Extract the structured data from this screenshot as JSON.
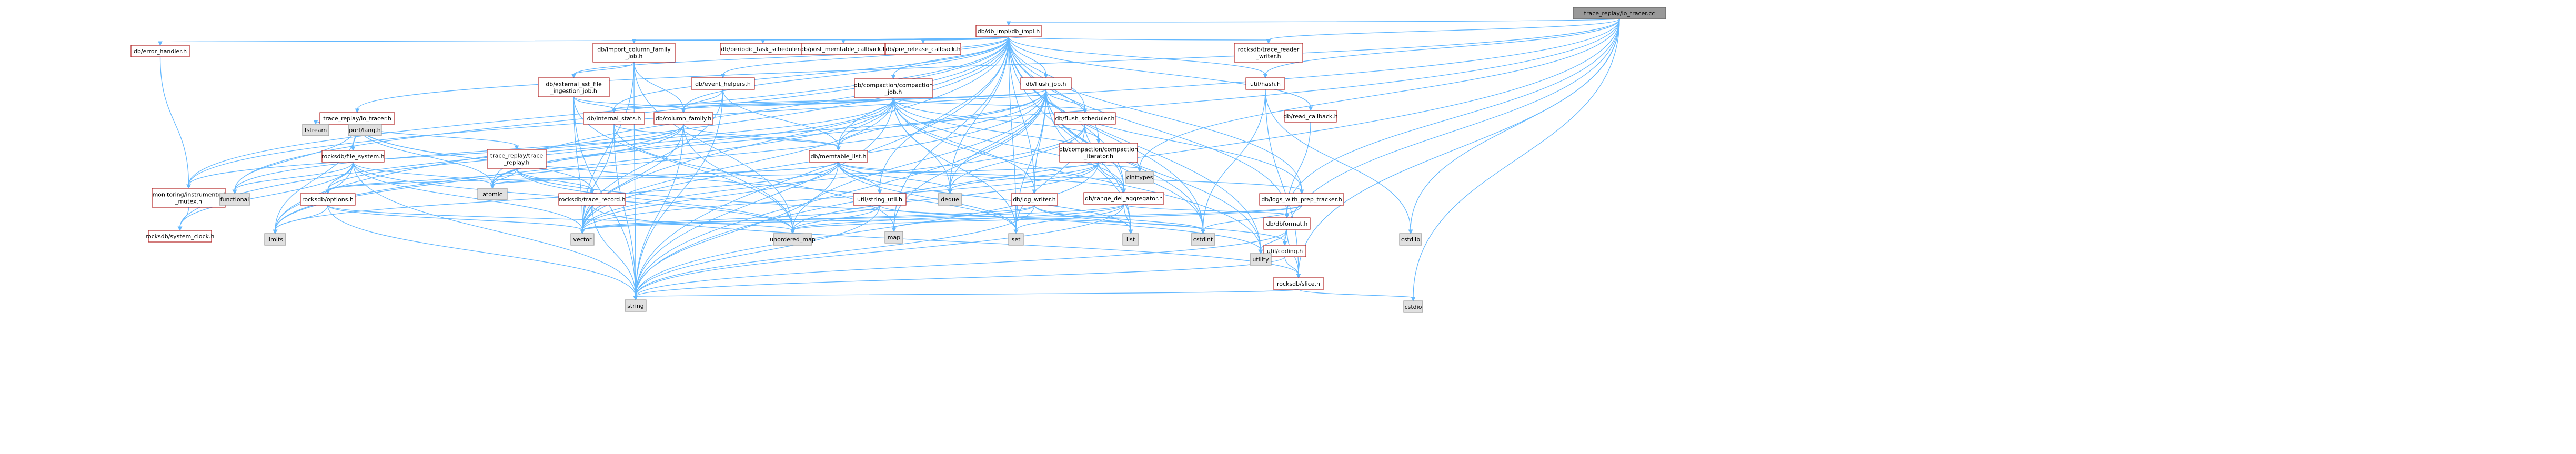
{
  "graph": {
    "nodes": [
      {
        "id": "root",
        "label": "trace_replay/io_tracer.cc",
        "kind": "root"
      },
      {
        "id": "dbimpl",
        "label": "db/db_impl/db_impl.h",
        "kind": "red"
      },
      {
        "id": "import",
        "label": "db/import_column_family\n_job.h",
        "kind": "red"
      },
      {
        "id": "periodic",
        "label": "db/periodic_task_scheduler.h",
        "kind": "red"
      },
      {
        "id": "postmem",
        "label": "db/post_memtable_callback.h",
        "kind": "red"
      },
      {
        "id": "prerelease",
        "label": "db/pre_release_callback.h",
        "kind": "red"
      },
      {
        "id": "tracereader",
        "label": "rocksdb/trace_reader\n_writer.h",
        "kind": "red"
      },
      {
        "id": "errhandler",
        "label": "db/error_handler.h",
        "kind": "red"
      },
      {
        "id": "extsst",
        "label": "db/external_sst_file\n_ingestion_job.h",
        "kind": "red"
      },
      {
        "id": "eventhelpers",
        "label": "db/event_helpers.h",
        "kind": "red"
      },
      {
        "id": "compaction",
        "label": "db/compaction/compaction\n_job.h",
        "kind": "red"
      },
      {
        "id": "flushjob",
        "label": "db/flush_job.h",
        "kind": "red"
      },
      {
        "id": "hash",
        "label": "util/hash.h",
        "kind": "red"
      },
      {
        "id": "readcb",
        "label": "db/read_callback.h",
        "kind": "red"
      },
      {
        "id": "iotracer",
        "label": "trace_replay/io_tracer.h",
        "kind": "red"
      },
      {
        "id": "internalstats",
        "label": "db/internal_stats.h",
        "kind": "red"
      },
      {
        "id": "columnfamily",
        "label": "db/column_family.h",
        "kind": "red"
      },
      {
        "id": "flushsched",
        "label": "db/flush_scheduler.h",
        "kind": "red"
      },
      {
        "id": "memtablelist",
        "label": "db/memtable_list.h",
        "kind": "red"
      },
      {
        "id": "compiter",
        "label": "db/compaction/compaction\n_iterator.h",
        "kind": "red"
      },
      {
        "id": "filesystem",
        "label": "rocksdb/file_system.h",
        "kind": "red"
      },
      {
        "id": "tracereplay",
        "label": "trace_replay/trace\n_replay.h",
        "kind": "red"
      },
      {
        "id": "instrmutex",
        "label": "monitoring/instrumented\n_mutex.h",
        "kind": "red"
      },
      {
        "id": "options",
        "label": "rocksdb/options.h",
        "kind": "red"
      },
      {
        "id": "tracerecord",
        "label": "rocksdb/trace_record.h",
        "kind": "red"
      },
      {
        "id": "stringutil",
        "label": "util/string_util.h",
        "kind": "red"
      },
      {
        "id": "rangedel",
        "label": "db/range_del_aggregator.h",
        "kind": "red"
      },
      {
        "id": "logwriter",
        "label": "db/log_writer.h",
        "kind": "red"
      },
      {
        "id": "logsprep",
        "label": "db/logs_with_prep_tracker.h",
        "kind": "red"
      },
      {
        "id": "dbformat",
        "label": "db/dbformat.h",
        "kind": "red"
      },
      {
        "id": "coding",
        "label": "util/coding.h",
        "kind": "red"
      },
      {
        "id": "slice",
        "label": "rocksdb/slice.h",
        "kind": "red"
      },
      {
        "id": "sysclock",
        "label": "rocksdb/system_clock.h",
        "kind": "red"
      },
      {
        "id": "fstream",
        "label": "fstream",
        "kind": "gray"
      },
      {
        "id": "portlang",
        "label": "port/lang.h",
        "kind": "gray"
      },
      {
        "id": "atomic",
        "label": "atomic",
        "kind": "gray"
      },
      {
        "id": "functional",
        "label": "functional",
        "kind": "gray"
      },
      {
        "id": "limits",
        "label": "limits",
        "kind": "gray"
      },
      {
        "id": "deque",
        "label": "deque",
        "kind": "gray"
      },
      {
        "id": "cinttypes",
        "label": "cinttypes",
        "kind": "gray"
      },
      {
        "id": "vector",
        "label": "vector",
        "kind": "gray"
      },
      {
        "id": "unorderedmap",
        "label": "unordered_map",
        "kind": "gray"
      },
      {
        "id": "map",
        "label": "map",
        "kind": "gray"
      },
      {
        "id": "set",
        "label": "set",
        "kind": "gray"
      },
      {
        "id": "list",
        "label": "list",
        "kind": "gray"
      },
      {
        "id": "cstdint",
        "label": "cstdint",
        "kind": "gray"
      },
      {
        "id": "cstdlib",
        "label": "cstdlib",
        "kind": "gray"
      },
      {
        "id": "utility",
        "label": "utility",
        "kind": "gray"
      },
      {
        "id": "string",
        "label": "string",
        "kind": "gray"
      },
      {
        "id": "cstdio",
        "label": "cstdio",
        "kind": "gray"
      }
    ],
    "edges": [
      [
        "root",
        "dbimpl"
      ],
      [
        "root",
        "tracereader"
      ],
      [
        "root",
        "hash"
      ],
      [
        "root",
        "iotracer"
      ],
      [
        "root",
        "cinttypes"
      ],
      [
        "root",
        "dbformat"
      ],
      [
        "root",
        "coding"
      ],
      [
        "root",
        "slice"
      ],
      [
        "root",
        "string"
      ],
      [
        "root",
        "cstdio"
      ],
      [
        "root",
        "cstdlib"
      ],
      [
        "root",
        "instrmutex"
      ],
      [
        "root",
        "sysclock"
      ],
      [
        "dbimpl",
        "import"
      ],
      [
        "dbimpl",
        "periodic"
      ],
      [
        "dbimpl",
        "postmem"
      ],
      [
        "dbimpl",
        "prerelease"
      ],
      [
        "dbimpl",
        "tracereader"
      ],
      [
        "dbimpl",
        "errhandler"
      ],
      [
        "dbimpl",
        "extsst"
      ],
      [
        "dbimpl",
        "eventhelpers"
      ],
      [
        "dbimpl",
        "compaction"
      ],
      [
        "dbimpl",
        "flushjob"
      ],
      [
        "dbimpl",
        "hash"
      ],
      [
        "dbimpl",
        "readcb"
      ],
      [
        "dbimpl",
        "internalstats"
      ],
      [
        "dbimpl",
        "columnfamily"
      ],
      [
        "dbimpl",
        "flushsched"
      ],
      [
        "dbimpl",
        "memtablelist"
      ],
      [
        "dbimpl",
        "compiter"
      ],
      [
        "dbimpl",
        "rangedel"
      ],
      [
        "dbimpl",
        "logwriter"
      ],
      [
        "dbimpl",
        "logsprep"
      ],
      [
        "dbimpl",
        "atomic"
      ],
      [
        "dbimpl",
        "deque"
      ],
      [
        "dbimpl",
        "functional"
      ],
      [
        "dbimpl",
        "limits"
      ],
      [
        "dbimpl",
        "list"
      ],
      [
        "dbimpl",
        "map"
      ],
      [
        "dbimpl",
        "set"
      ],
      [
        "dbimpl",
        "string"
      ],
      [
        "dbimpl",
        "utility"
      ],
      [
        "dbimpl",
        "vector"
      ],
      [
        "dbimpl",
        "instrmutex"
      ],
      [
        "dbimpl",
        "stringutil"
      ],
      [
        "dbimpl",
        "dbformat"
      ],
      [
        "dbimpl",
        "cstdint"
      ],
      [
        "import",
        "extsst"
      ],
      [
        "import",
        "columnfamily"
      ],
      [
        "import",
        "string"
      ],
      [
        "import",
        "unorderedmap"
      ],
      [
        "import",
        "vector"
      ],
      [
        "errhandler",
        "instrmutex"
      ],
      [
        "extsst",
        "internalstats"
      ],
      [
        "extsst",
        "columnfamily"
      ],
      [
        "extsst",
        "string"
      ],
      [
        "extsst",
        "unorderedmap"
      ],
      [
        "extsst",
        "vector"
      ],
      [
        "eventhelpers",
        "columnfamily"
      ],
      [
        "eventhelpers",
        "memtablelist"
      ],
      [
        "eventhelpers",
        "string"
      ],
      [
        "eventhelpers",
        "vector"
      ],
      [
        "compaction",
        "internalstats"
      ],
      [
        "compaction",
        "columnfamily"
      ],
      [
        "compaction",
        "flushsched"
      ],
      [
        "compaction",
        "memtablelist"
      ],
      [
        "compaction",
        "compiter"
      ],
      [
        "compaction",
        "rangedel"
      ],
      [
        "compaction",
        "logwriter"
      ],
      [
        "compaction",
        "atomic"
      ],
      [
        "compaction",
        "deque"
      ],
      [
        "compaction",
        "functional"
      ],
      [
        "compaction",
        "limits"
      ],
      [
        "compaction",
        "set"
      ],
      [
        "compaction",
        "string"
      ],
      [
        "compaction",
        "utility"
      ],
      [
        "compaction",
        "vector"
      ],
      [
        "compaction",
        "cinttypes"
      ],
      [
        "flushjob",
        "internalstats"
      ],
      [
        "flushjob",
        "columnfamily"
      ],
      [
        "flushjob",
        "flushsched"
      ],
      [
        "flushjob",
        "memtablelist"
      ],
      [
        "flushjob",
        "rangedel"
      ],
      [
        "flushjob",
        "logwriter"
      ],
      [
        "flushjob",
        "logsprep"
      ],
      [
        "flushjob",
        "atomic"
      ],
      [
        "flushjob",
        "deque"
      ],
      [
        "flushjob",
        "limits"
      ],
      [
        "flushjob",
        "list"
      ],
      [
        "flushjob",
        "set"
      ],
      [
        "flushjob",
        "string"
      ],
      [
        "flushjob",
        "utility"
      ],
      [
        "flushjob",
        "vector"
      ],
      [
        "flushjob",
        "unorderedmap"
      ],
      [
        "flushjob",
        "map"
      ],
      [
        "flushjob",
        "cstdint"
      ],
      [
        "hash",
        "cstdint"
      ],
      [
        "hash",
        "cstdlib"
      ],
      [
        "hash",
        "slice"
      ],
      [
        "readcb",
        "dbformat"
      ],
      [
        "iotracer",
        "filesystem"
      ],
      [
        "iotracer",
        "tracereplay"
      ],
      [
        "iotracer",
        "tracerecord"
      ],
      [
        "iotracer",
        "fstream"
      ],
      [
        "iotracer",
        "portlang"
      ],
      [
        "iotracer",
        "atomic"
      ],
      [
        "iotracer",
        "functional"
      ],
      [
        "iotracer",
        "limits"
      ],
      [
        "iotracer",
        "set"
      ],
      [
        "internalstats",
        "memtablelist"
      ],
      [
        "internalstats",
        "map"
      ],
      [
        "internalstats",
        "string"
      ],
      [
        "internalstats",
        "vector"
      ],
      [
        "columnfamily",
        "memtablelist"
      ],
      [
        "columnfamily",
        "atomic"
      ],
      [
        "columnfamily",
        "string"
      ],
      [
        "columnfamily",
        "unorderedmap"
      ],
      [
        "columnfamily",
        "vector"
      ],
      [
        "columnfamily",
        "options"
      ],
      [
        "columnfamily",
        "instrmutex"
      ],
      [
        "flushsched",
        "deque"
      ],
      [
        "flushsched",
        "set"
      ],
      [
        "flushsched",
        "vector"
      ],
      [
        "flushsched",
        "cstdint"
      ],
      [
        "memtablelist",
        "rangedel"
      ],
      [
        "memtablelist",
        "logsprep"
      ],
      [
        "memtablelist",
        "deque"
      ],
      [
        "memtablelist",
        "limits"
      ],
      [
        "memtablelist",
        "list"
      ],
      [
        "memtablelist",
        "set"
      ],
      [
        "memtablelist",
        "string"
      ],
      [
        "memtablelist",
        "vector"
      ],
      [
        "memtablelist",
        "options"
      ],
      [
        "memtablelist",
        "stringutil"
      ],
      [
        "memtablelist",
        "atomic"
      ],
      [
        "compiter",
        "rangedel"
      ],
      [
        "compiter",
        "deque"
      ],
      [
        "compiter",
        "string"
      ],
      [
        "compiter",
        "unorderedmap"
      ],
      [
        "compiter",
        "vector"
      ],
      [
        "compiter",
        "cinttypes"
      ],
      [
        "compiter",
        "atomic"
      ],
      [
        "filesystem",
        "options"
      ],
      [
        "filesystem",
        "functional"
      ],
      [
        "filesystem",
        "limits"
      ],
      [
        "filesystem",
        "string"
      ],
      [
        "filesystem",
        "vector"
      ],
      [
        "filesystem",
        "unorderedmap"
      ],
      [
        "filesystem",
        "sysclock"
      ],
      [
        "filesystem",
        "atomic"
      ],
      [
        "tracereplay",
        "tracerecord"
      ],
      [
        "tracereplay",
        "options"
      ],
      [
        "tracereplay",
        "atomic"
      ],
      [
        "tracereplay",
        "unorderedmap"
      ],
      [
        "tracereplay",
        "utility"
      ],
      [
        "instrmutex",
        "sysclock"
      ],
      [
        "options",
        "limits"
      ],
      [
        "options",
        "string"
      ],
      [
        "options",
        "unorderedmap"
      ],
      [
        "options",
        "vector"
      ],
      [
        "tracerecord",
        "string"
      ],
      [
        "tracerecord",
        "vector"
      ],
      [
        "tracerecord",
        "slice"
      ],
      [
        "stringutil",
        "string"
      ],
      [
        "stringutil",
        "unorderedmap"
      ],
      [
        "stringutil",
        "vector"
      ],
      [
        "stringutil",
        "cstdint"
      ],
      [
        "rangedel",
        "map"
      ],
      [
        "rangedel",
        "set"
      ],
      [
        "rangedel",
        "string"
      ],
      [
        "rangedel",
        "vector"
      ],
      [
        "rangedel",
        "list"
      ],
      [
        "rangedel",
        "dbformat"
      ],
      [
        "logwriter",
        "cstdint"
      ],
      [
        "logwriter",
        "string"
      ],
      [
        "logwriter",
        "vector"
      ],
      [
        "logwriter",
        "unorderedmap"
      ],
      [
        "logwriter",
        "coding"
      ],
      [
        "logsprep",
        "cstdint"
      ],
      [
        "logsprep",
        "unorderedmap"
      ],
      [
        "logsprep",
        "vector"
      ],
      [
        "dbformat",
        "utility"
      ],
      [
        "dbformat",
        "string"
      ],
      [
        "dbformat",
        "coding"
      ],
      [
        "dbformat",
        "slice"
      ],
      [
        "coding",
        "slice"
      ],
      [
        "coding",
        "string"
      ],
      [
        "slice",
        "string"
      ],
      [
        "slice",
        "cstdio"
      ]
    ]
  }
}
